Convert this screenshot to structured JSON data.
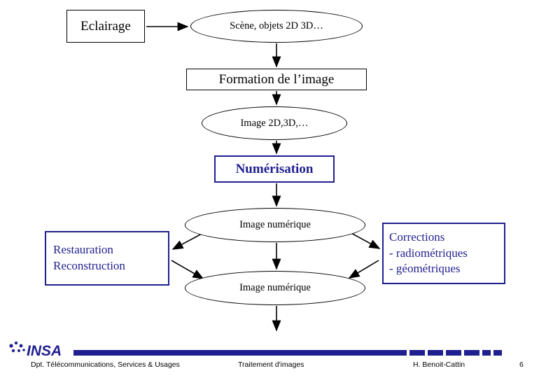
{
  "slide": {
    "nodes": {
      "eclairage": "Eclairage",
      "scene": "Scène, objets 2D 3D…",
      "formation": "Formation de l’image",
      "image_2d3d": "Image 2D,3D,…",
      "numerisation": "Numérisation",
      "image_numerique_1": "Image numérique",
      "image_numerique_2": "Image numérique",
      "restauration_line1": "Restauration",
      "restauration_line2": "Reconstruction",
      "corrections_line1": "Corrections",
      "corrections_line2": "- radiométriques",
      "corrections_line3": "- géométriques"
    },
    "colors": {
      "navy": "#1f1f8f",
      "black": "#000000",
      "background": "#ffffff"
    }
  },
  "footer": {
    "logo_text": "INSA",
    "department": "Dpt. Télécommunications, Services & Usages",
    "center": "Traitement d'images",
    "author": "H. Benoit-Cattin",
    "page": "6"
  }
}
